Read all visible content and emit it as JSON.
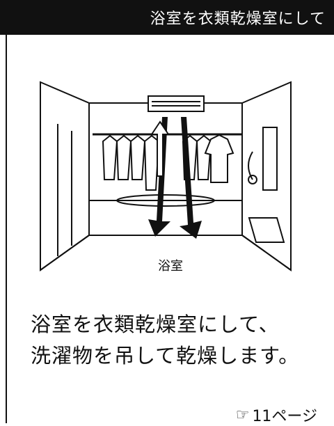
{
  "header": {
    "title": "浴室を衣類乾燥室にして"
  },
  "illustration": {
    "room_label": "浴室"
  },
  "description": {
    "line1": "浴室を衣類乾燥室にして、",
    "line2": "洗濯物を吊して乾燥します。"
  },
  "page_reference": {
    "icon": "pointing-hand-icon",
    "text": "11ページ"
  }
}
